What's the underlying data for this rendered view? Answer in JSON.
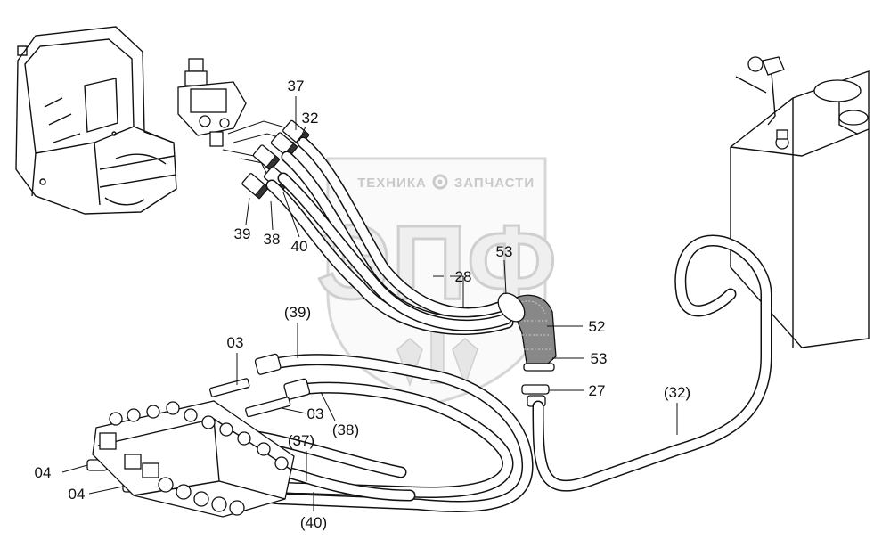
{
  "watermark": {
    "left_word": "ТЕХНИКА",
    "right_word": "ЗАПЧАСТИ",
    "logo_letters": "ЭПФ"
  },
  "labels": {
    "l37_top": "37",
    "l32_top": "32",
    "l39": "39",
    "l38": "38",
    "l40": "40",
    "l28": "28",
    "l53_top": "53",
    "l52": "52",
    "l53_right": "53",
    "l27": "27",
    "l39_paren": "(39)",
    "l03_upper": "03",
    "l03_lower": "03",
    "l38_paren": "(38)",
    "l37_paren": "(37)",
    "l04_upper": "04",
    "l04_lower": "04",
    "l40_paren": "(40)",
    "l32_paren": "(32)"
  }
}
